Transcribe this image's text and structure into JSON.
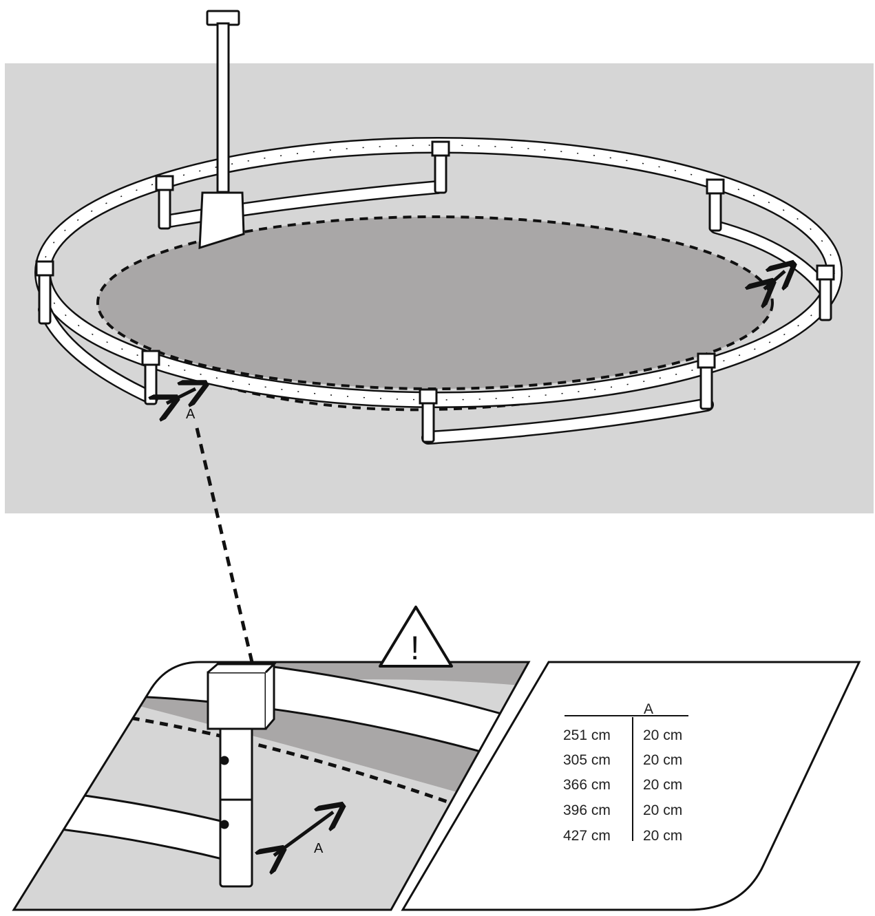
{
  "colors": {
    "ground": "#d6d6d6",
    "pit": "#a9a7a7",
    "frame": "#ffffff",
    "outline": "#111111"
  },
  "icons": {
    "spade": "spade-icon",
    "warning": "warning-triangle-icon",
    "arrow": "double-arrow-icon"
  },
  "diagram": {
    "label_a_top": "A",
    "label_a_detail": "A",
    "warning_glyph": "!"
  },
  "table": {
    "header": "A",
    "rows": [
      {
        "size": "251 cm",
        "a": "20 cm"
      },
      {
        "size": "305 cm",
        "a": "20 cm"
      },
      {
        "size": "366 cm",
        "a": "20 cm"
      },
      {
        "size": "396 cm",
        "a": "20 cm"
      },
      {
        "size": "427 cm",
        "a": "20 cm"
      }
    ]
  }
}
